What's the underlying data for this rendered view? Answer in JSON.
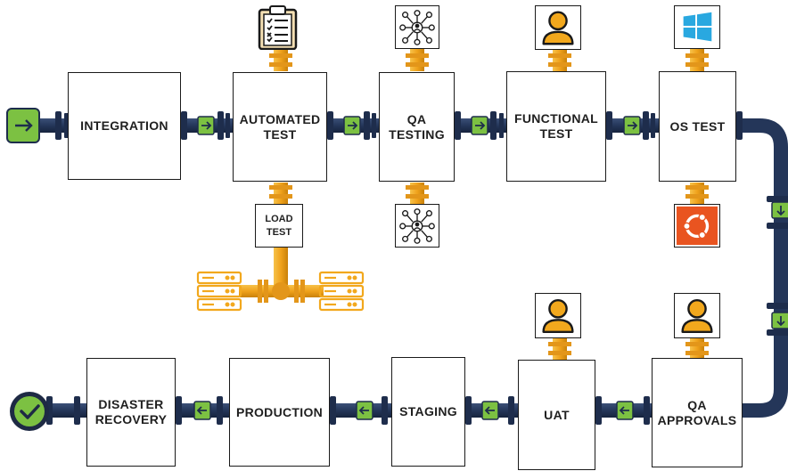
{
  "colors": {
    "pipe": "#283a5e",
    "pipe_orange": "#f2a81d",
    "arrow_green": "#7cc142",
    "check_dark": "#1e2a44",
    "windows_blue": "#29a8e0",
    "ubuntu_orange": "#e95420",
    "person_orange": "#f2a81d"
  },
  "stages": {
    "integration": "INTEGRATION",
    "automated_test": "AUTOMATED\nTEST",
    "qa_testing": "QA\nTESTING",
    "functional_test": "FUNCTIONAL\nTEST",
    "os_test": "OS TEST",
    "qa_approvals": "QA\nAPPROVALS",
    "uat": "UAT",
    "staging": "STAGING",
    "production": "PRODUCTION",
    "disaster_recovery": "DISASTER\nRECOVERY"
  },
  "load_test": "LOAD\nTEST",
  "icons": {
    "start": "arrow-right-icon",
    "end": "checkmark-icon",
    "automated_test_top": "clipboard-checklist-icon",
    "qa_testing_top": "network-hub-icon",
    "qa_testing_bottom": "network-hub-icon",
    "functional_test_top": "person-icon",
    "os_test_top": "windows-logo-icon",
    "os_test_bottom": "ubuntu-logo-icon",
    "uat_top": "person-icon",
    "qa_approvals_top": "person-icon",
    "servers": "server-rack-icon"
  }
}
